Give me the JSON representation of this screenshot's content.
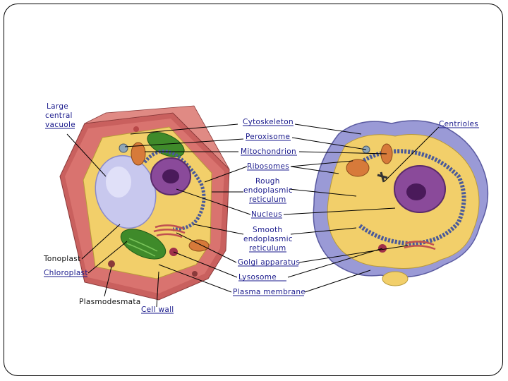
{
  "labels": {
    "large_central_vacuole": [
      "Large",
      "central",
      "vacuole"
    ],
    "cytoskeleton": "Cytoskeleton",
    "peroxisome": "Peroxisome",
    "mitochondrion": "Mitochondrion",
    "ribosomes": "Ribosomes",
    "rough_er": [
      "Rough",
      "endoplasmic",
      "reticulum"
    ],
    "nucleus": "Nucleus",
    "smooth_er": [
      "Smooth",
      "endoplasmic",
      "reticulum"
    ],
    "golgi": "Golgi apparatus",
    "lysosome": "Lysosome",
    "plasma_membrane": "Plasma membrane",
    "centrioles": "Centrioles",
    "tonoplast": "Tonoplast",
    "chloroplast": "Chloroplast",
    "plasmodesmata": "Plasmodesmata",
    "cell_wall": "Cell wall"
  },
  "colors": {
    "cell_wall": "#c9605e",
    "cytoplasm": "#f2cf6a",
    "vacuole": "#c8c8ee",
    "chloroplast": "#3f8a2a",
    "nucleus": "#8a4a9a",
    "er": "#4a5a9a",
    "animal_membrane": "#9a9ad6",
    "label_text": "#1a1a8c"
  }
}
